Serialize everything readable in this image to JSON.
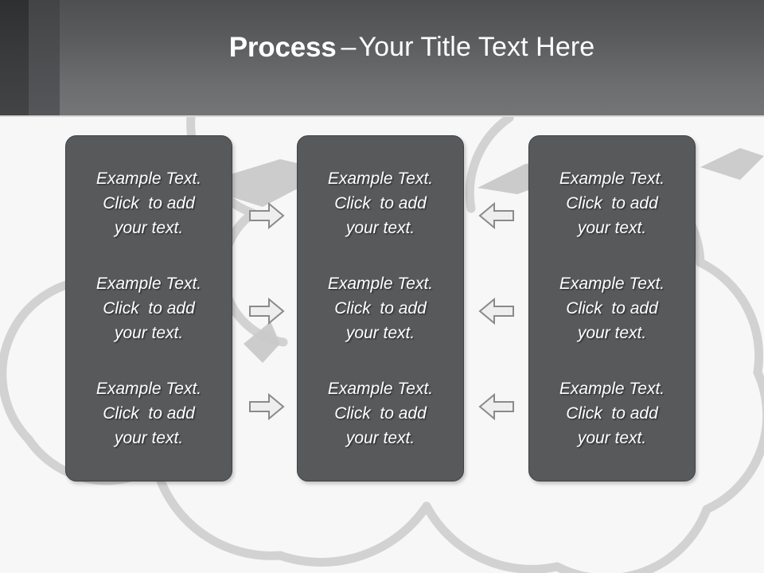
{
  "slide": {
    "background_color": "#f7f7f7",
    "box_fill_color": "#58595b",
    "header_color": "#5f6163",
    "arrow_fill_color": "#eeeeee",
    "arrow_stroke_color": "#8a8a8a",
    "decor_color": "#d2d2d2"
  },
  "header": {
    "title_strong": "Process",
    "title_dash": "–",
    "title_rest": "Your Title Text Here"
  },
  "columns": [
    {
      "name": "left-column",
      "items": [
        "Example Text.\nClick  to add\nyour text.",
        "Example Text.\nClick  to add\nyour text.",
        "Example Text.\nClick  to add\nyour text."
      ]
    },
    {
      "name": "middle-column",
      "items": [
        "Example Text.\nClick  to add\nyour text.",
        "Example Text.\nClick  to add\nyour text.",
        "Example Text.\nClick  to add\nyour text."
      ]
    },
    {
      "name": "right-column",
      "items": [
        "Example Text.\nClick  to add\nyour text.",
        "Example Text.\nClick  to add\nyour text.",
        "Example Text.\nClick  to add\nyour text."
      ]
    }
  ],
  "connectors": {
    "left_group_direction": "right",
    "right_group_direction": "left",
    "count_per_group": 3
  }
}
